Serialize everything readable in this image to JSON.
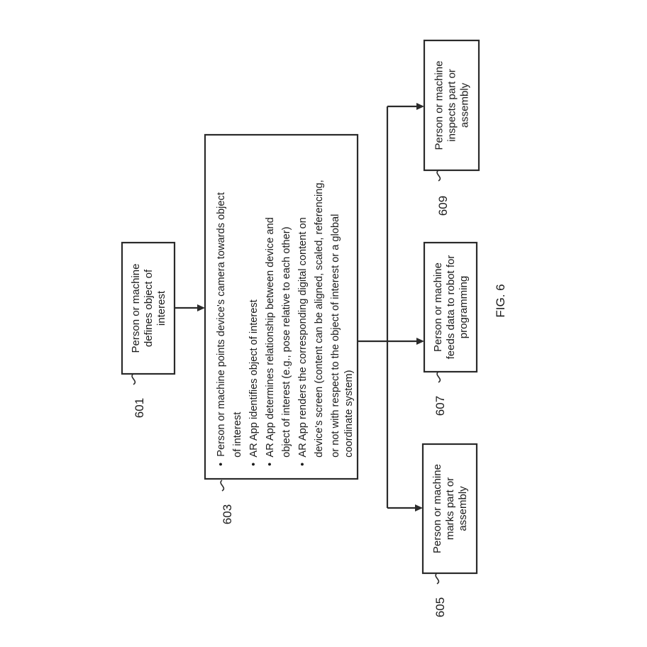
{
  "diagram": {
    "figure_label": "FIG. 6",
    "nodes": [
      {
        "ref": "601",
        "lines": [
          "Person or machine",
          "defines object of",
          "interest"
        ]
      },
      {
        "ref": "603",
        "lines": [
          "•  Person or machine points device's camera towards object",
          "   of interest",
          "•  AR App identifies object of interest",
          "•  AR App determines relationship between device and",
          "   object of interest (e.g., pose relative to each other)",
          "•  AR App renders the corresponding digital content on",
          "   device's screen (content can be aligned, scaled, referencing,",
          "   or not with respect to the object of interest or a global",
          "   coordinate system)"
        ]
      },
      {
        "ref": "605",
        "lines": [
          "Person or machine",
          "marks part or",
          "assembly"
        ]
      },
      {
        "ref": "607",
        "lines": [
          "Person or machine",
          "feeds data to robot for",
          "programming"
        ]
      },
      {
        "ref": "609",
        "lines": [
          "Person or machine",
          "inspects part or",
          "assembly"
        ]
      }
    ],
    "edges": [
      {
        "from": "601",
        "to": "603"
      },
      {
        "from": "603",
        "to": "605"
      },
      {
        "from": "603",
        "to": "607"
      },
      {
        "from": "603",
        "to": "609"
      }
    ]
  }
}
